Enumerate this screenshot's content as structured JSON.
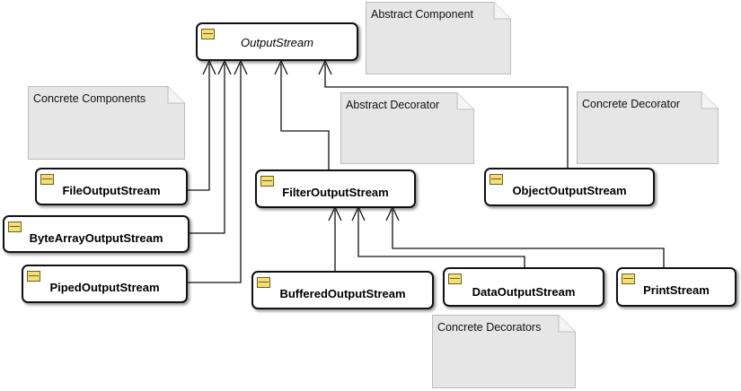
{
  "classes": {
    "output_stream": "OutputStream",
    "file_output_stream": "FileOutputStream",
    "byte_array_output_stream": "ByteArrayOutputStream",
    "piped_output_stream": "PipedOutputStream",
    "filter_output_stream": "FilterOutputStream",
    "object_output_stream": "ObjectOutputStream",
    "buffered_output_stream": "BufferedOutputStream",
    "data_output_stream": "DataOutputStream",
    "print_stream": "PrintStream"
  },
  "notes": {
    "abstract_component": "Abstract Component",
    "concrete_components": "Concrete Components",
    "abstract_decorator": "Abstract Decorator",
    "concrete_decorator": "Concrete Decorator",
    "concrete_decorators": "Concrete Decorators"
  },
  "colors": {
    "class_border": "#111111",
    "class_icon": "#f3df7a",
    "note_fill": "#e6e6e6",
    "note_border": "#bdbdbd"
  }
}
